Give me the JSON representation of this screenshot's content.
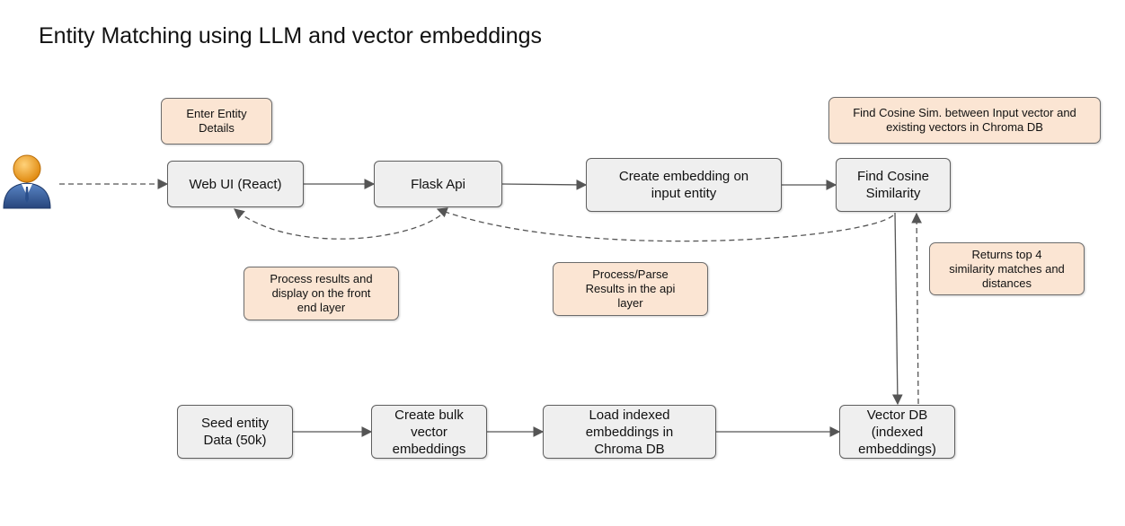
{
  "diagram": {
    "title": "Entity Matching using LLM and vector embeddings",
    "nodes": {
      "web_ui": "Web UI (React)",
      "flask_api": "Flask Api",
      "create_embedding": "Create embedding on\ninput entity",
      "find_cosine": "Find Cosine\nSimilarity",
      "seed_entity": "Seed entity\nData (50k)",
      "create_bulk": "Create bulk\nvector\nembeddings",
      "load_indexed": "Load indexed\nembeddings in\nChroma DB",
      "vector_db": "Vector DB\n(indexed\nembeddings)"
    },
    "notes": {
      "enter_entity": "Enter Entity\nDetails",
      "find_cosine_note": "Find Cosine Sim. between Input vector and\nexisting vectors in Chroma DB",
      "returns_top": "Returns top 4\nsimilarity matches and\ndistances",
      "process_results": "Process results and\ndisplay on the front\nend layer",
      "process_parse": "Process/Parse\nResults in the api\nlayer"
    },
    "user_icon": "user-avatar-icon",
    "colors": {
      "process_fill": "#efefef",
      "note_fill": "#fbe5d3",
      "stroke": "#5f5f5f",
      "avatar_head": "#f0a030",
      "avatar_body": "#3a66a8"
    }
  }
}
